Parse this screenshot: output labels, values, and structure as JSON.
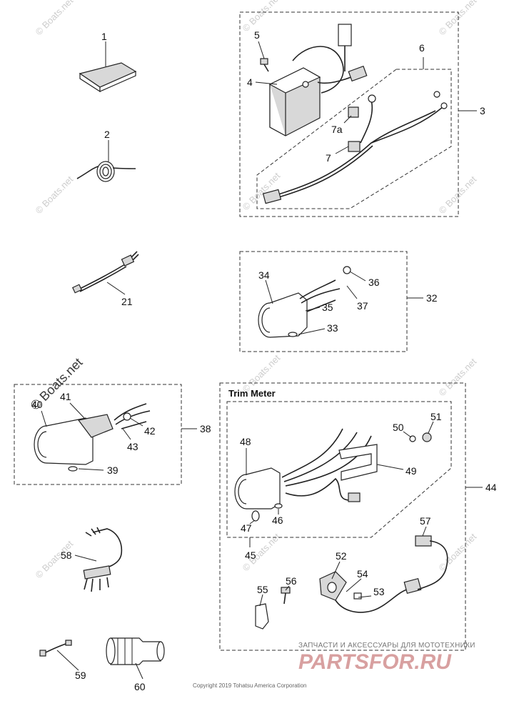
{
  "watermark": "© Boats.net",
  "labels": {
    "p1": "1",
    "p2": "2",
    "p3": "3",
    "p4": "4",
    "p5": "5",
    "p6": "6",
    "p7a": "7a",
    "p7": "7",
    "p21": "21",
    "p32": "32",
    "p33": "33",
    "p34": "34",
    "p35": "35",
    "p36": "36",
    "p37": "37",
    "p38": "38",
    "p39": "39",
    "p40": "40",
    "p41": "41",
    "p42": "42",
    "p43": "43",
    "p44": "44",
    "p45": "45",
    "p46": "46",
    "p47": "47",
    "p48": "48",
    "p49": "49",
    "p50": "50",
    "p51": "51",
    "p52": "52",
    "p53": "53",
    "p54": "54",
    "p55": "55",
    "p56": "56",
    "p57": "57",
    "p58": "58",
    "p59": "59",
    "p60": "60"
  },
  "section_title": "Trim Meter",
  "promo_text": "ЗАПЧАСТИ И АКСЕССУАРЫ ДЛЯ МОТОТЕХНИКИ",
  "brand_logo_text": "PARTSFOR.RU",
  "copyright": "Copyright 2019 Tohatsu America Corporation"
}
